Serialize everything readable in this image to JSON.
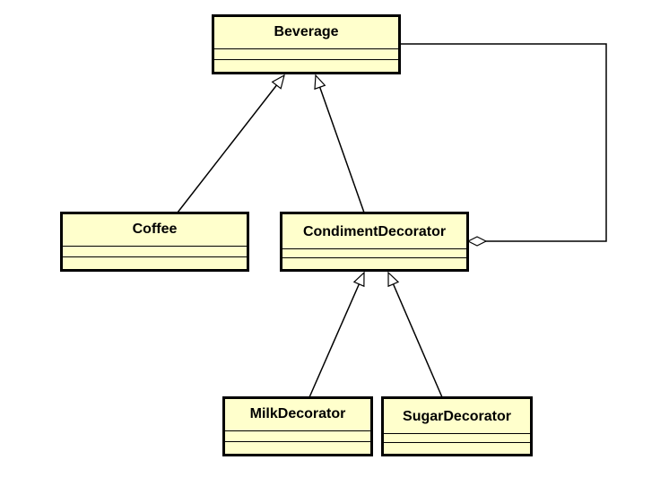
{
  "diagram": {
    "classes": {
      "beverage": "Beverage",
      "coffee": "Coffee",
      "condiment_decorator": "CondimentDecorator",
      "milk_decorator": "MilkDecorator",
      "sugar_decorator": "SugarDecorator"
    },
    "colors": {
      "class_fill": "#ffffcc",
      "line": "#000000"
    }
  }
}
